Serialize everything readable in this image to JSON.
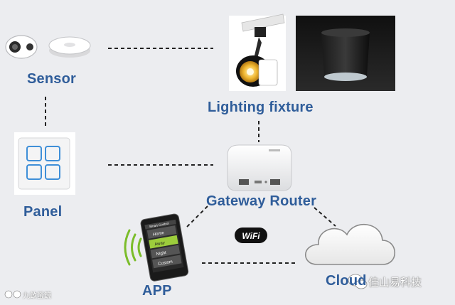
{
  "labels": {
    "sensor": "Sensor",
    "lighting_fixture": "Lighting fixture",
    "panel": "Panel",
    "gateway_router": "Gateway Router",
    "app": "APP",
    "cloud": "Cloud"
  },
  "wifi_logo_text": "WiFi",
  "phone_menu": {
    "header": "Smart Control",
    "items": [
      "Home",
      "Away",
      "Night",
      "Custom"
    ]
  },
  "watermarks": {
    "bottom_left": "九畝螢鏡",
    "bottom_right": "佳山易科技"
  },
  "colors": {
    "label": "#2f5d9a",
    "background": "#ecedf0",
    "panel_button": "#3f8fd8",
    "phone_screen": "#9ccd3c"
  }
}
